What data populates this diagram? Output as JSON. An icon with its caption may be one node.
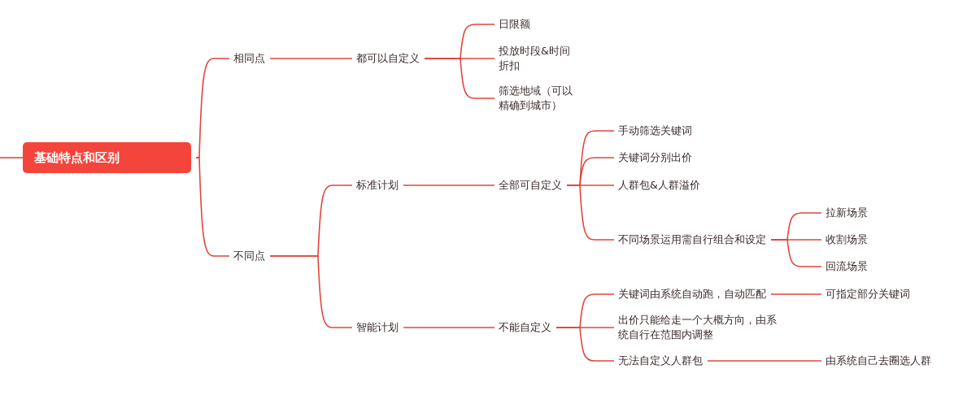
{
  "diagram": {
    "nodes": [
      {
        "text": [
          "基础特点和区别"
        ]
      },
      {
        "text": [
          "相同点"
        ]
      },
      {
        "text": [
          "都可以自定义"
        ]
      },
      {
        "text": [
          "日限额"
        ]
      },
      {
        "text": [
          "投放时段&时间折扣"
        ]
      },
      {
        "text": [
          "筛选地域（可以精确到城市）"
        ]
      },
      {
        "text": [
          "不同点"
        ]
      },
      {
        "text": [
          "标准计划"
        ]
      },
      {
        "text": [
          "全部可自定义"
        ]
      },
      {
        "text": [
          "手动筛选关键词"
        ]
      },
      {
        "text": [
          "关键词分别出价"
        ]
      },
      {
        "text": [
          "人群包&人群溢价"
        ]
      },
      {
        "text": [
          "不同场景运用需自行组合和设定"
        ]
      },
      {
        "text": [
          "拉新场景"
        ]
      },
      {
        "text": [
          "收割场景"
        ]
      },
      {
        "text": [
          "回流场景"
        ]
      },
      {
        "text": [
          "智能计划"
        ]
      },
      {
        "text": [
          "不能自定义"
        ]
      },
      {
        "text": [
          "关键词由系统自动跑，自动匹配"
        ]
      },
      {
        "text": [
          "出价只能给走一个大概方向，由系统自行在范围内调整"
        ]
      },
      {
        "text": [
          "无法自定义人群包"
        ]
      },
      {
        "text": [
          "可指定部分关键词"
        ]
      },
      {
        "text": [
          "由系统自己去圈选人群"
        ]
      }
    ],
    "edges": [
      {
        "from": null,
        "to": 0,
        "arrow": "none"
      },
      {
        "from": 0,
        "to": 1,
        "arrow": "none"
      },
      {
        "from": 0,
        "to": 6,
        "arrow": "none"
      },
      {
        "from": 1,
        "to": 2,
        "arrow": "none"
      },
      {
        "from": 2,
        "to": 3,
        "arrow": "none"
      },
      {
        "from": 2,
        "to": 4,
        "arrow": "none"
      },
      {
        "from": 2,
        "to": 5,
        "arrow": "none"
      },
      {
        "from": 6,
        "to": 7,
        "arrow": "none"
      },
      {
        "from": 6,
        "to": 16,
        "arrow": "none"
      },
      {
        "from": 7,
        "to": 8,
        "arrow": "none"
      },
      {
        "from": 8,
        "to": 9,
        "arrow": "none"
      },
      {
        "from": 8,
        "to": 10,
        "arrow": "none"
      },
      {
        "from": 8,
        "to": 11,
        "arrow": "none"
      },
      {
        "from": 8,
        "to": 12,
        "arrow": "none"
      },
      {
        "from": 12,
        "to": 13,
        "arrow": "none"
      },
      {
        "from": 12,
        "to": 14,
        "arrow": "none"
      },
      {
        "from": 12,
        "to": 15,
        "arrow": "none"
      },
      {
        "from": 16,
        "to": 17,
        "arrow": "none"
      },
      {
        "from": 17,
        "to": 18,
        "arrow": "none"
      },
      {
        "from": 17,
        "to": 19,
        "arrow": "none"
      },
      {
        "from": 17,
        "to": 20,
        "arrow": "none"
      },
      {
        "from": 18,
        "to": 21,
        "arrow": "none"
      },
      {
        "from": 20,
        "to": 22,
        "arrow": "none"
      }
    ]
  }
}
